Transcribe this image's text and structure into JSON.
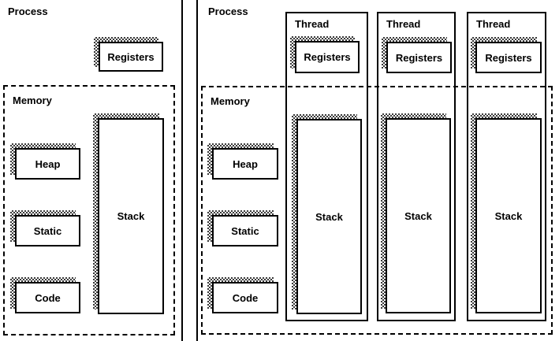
{
  "diagram": {
    "left": {
      "process_label": "Process",
      "registers_label": "Registers",
      "memory_label": "Memory",
      "heap_label": "Heap",
      "static_label": "Static",
      "code_label": "Code",
      "stack_label": "Stack"
    },
    "right": {
      "process_label": "Process",
      "memory_label": "Memory",
      "heap_label": "Heap",
      "static_label": "Static",
      "code_label": "Code",
      "threads": [
        {
          "label": "Thread",
          "registers_label": "Registers",
          "stack_label": "Stack"
        },
        {
          "label": "Thread",
          "registers_label": "Registers",
          "stack_label": "Stack"
        },
        {
          "label": "Thread",
          "registers_label": "Registers",
          "stack_label": "Stack"
        }
      ]
    },
    "colors": {
      "line": "#000000",
      "background": "#ffffff",
      "shadow_stipple": "#3a3a3a"
    }
  }
}
